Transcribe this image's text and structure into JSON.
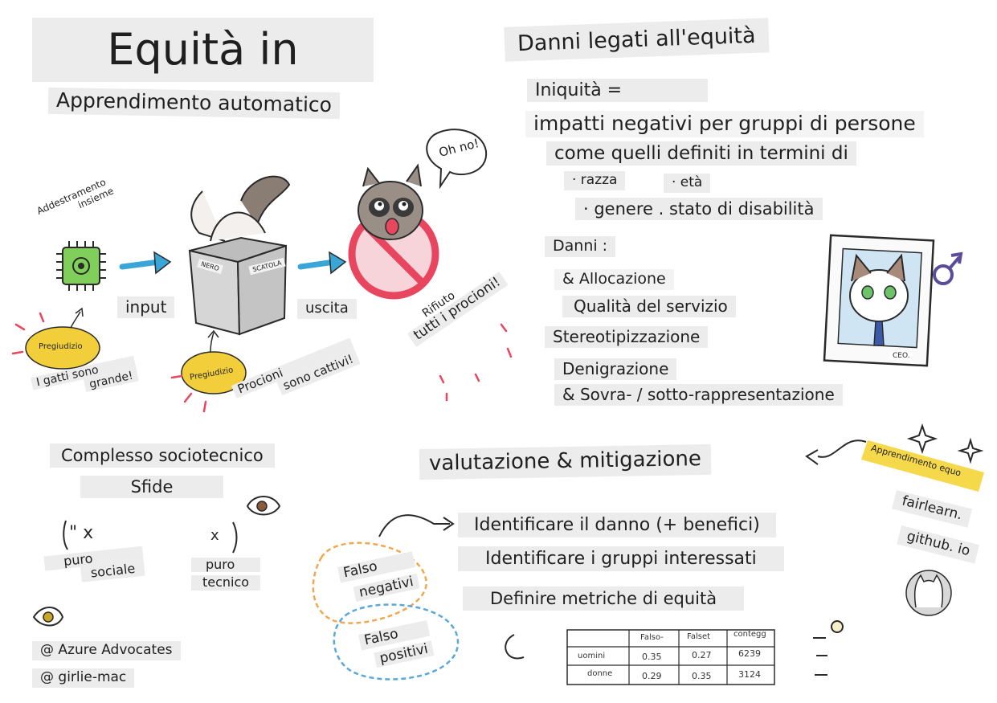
{
  "sections": {
    "title": {
      "line1": "Equità in",
      "line2": "Apprendimento automatico"
    },
    "pipeline": {
      "training_set": [
        "Addestramento",
        "insieme"
      ],
      "input": "input",
      "box_black": "NERO",
      "box_label": "SCATOLA",
      "output": "uscita",
      "oh_no": "Oh no!",
      "reject": [
        "Rifiuto",
        "tutti i procioni!"
      ],
      "bias1": "Pregiudizio",
      "bias1_text": [
        "I gatti sono",
        "grande!"
      ],
      "bias2": "Pregiudizio",
      "bias2_text": [
        "Procioni",
        "sono cattivi!"
      ]
    },
    "harms": {
      "heading": "Danni legati all'equità",
      "unfairness": "Iniquità =",
      "line1": "impatti negativi per gruppi di persone",
      "line2": "come quelli definiti in termini di",
      "attr_race": "· razza",
      "attr_age": "· età",
      "attr_gender": "· genere . stato di disabilità",
      "harms_label": "Danni :",
      "items": [
        "& Allocazione",
        "Qualità del servizio",
        "Stereotipizzazione",
        "Denigrazione",
        "& Sovra- / sotto-rappresentazione"
      ],
      "ceo": "CEO."
    },
    "sociotech": {
      "line1": "Complesso sociotecnico",
      "line2": "Sfide",
      "social": [
        "puro",
        "sociale"
      ],
      "technical": [
        "puro",
        "tecnico"
      ]
    },
    "credits": [
      "@ Azure Advocates",
      "@ girlie-mac"
    ],
    "evaluation": {
      "heading": "valutazione & mitigazione",
      "fairlearn": [
        "Apprendimento equo",
        "fairlearn.",
        "github. io"
      ],
      "steps": [
        "Identificare il danno (+ benefici)",
        "Identificare i gruppi interessati",
        "Definire metriche di equità"
      ],
      "false_neg": [
        "Falso",
        "negativi"
      ],
      "false_pos": [
        "Falso",
        "positivi"
      ]
    },
    "table": {
      "headers": [
        "Falso-",
        "Falset",
        "contegg"
      ],
      "rows": [
        {
          "label": "uomini",
          "values": [
            "0.35",
            "0.27",
            "6239"
          ]
        },
        {
          "label": "donne",
          "values": [
            "0.29",
            "0.35",
            "3124"
          ]
        }
      ]
    }
  },
  "colors": {
    "label_bg": "#ececec",
    "arrow_blue": "#3aa6d8",
    "bias_yellow": "#f2cf3a",
    "no_red": "#e8465f",
    "accent_purple": "#5b4b9b"
  }
}
